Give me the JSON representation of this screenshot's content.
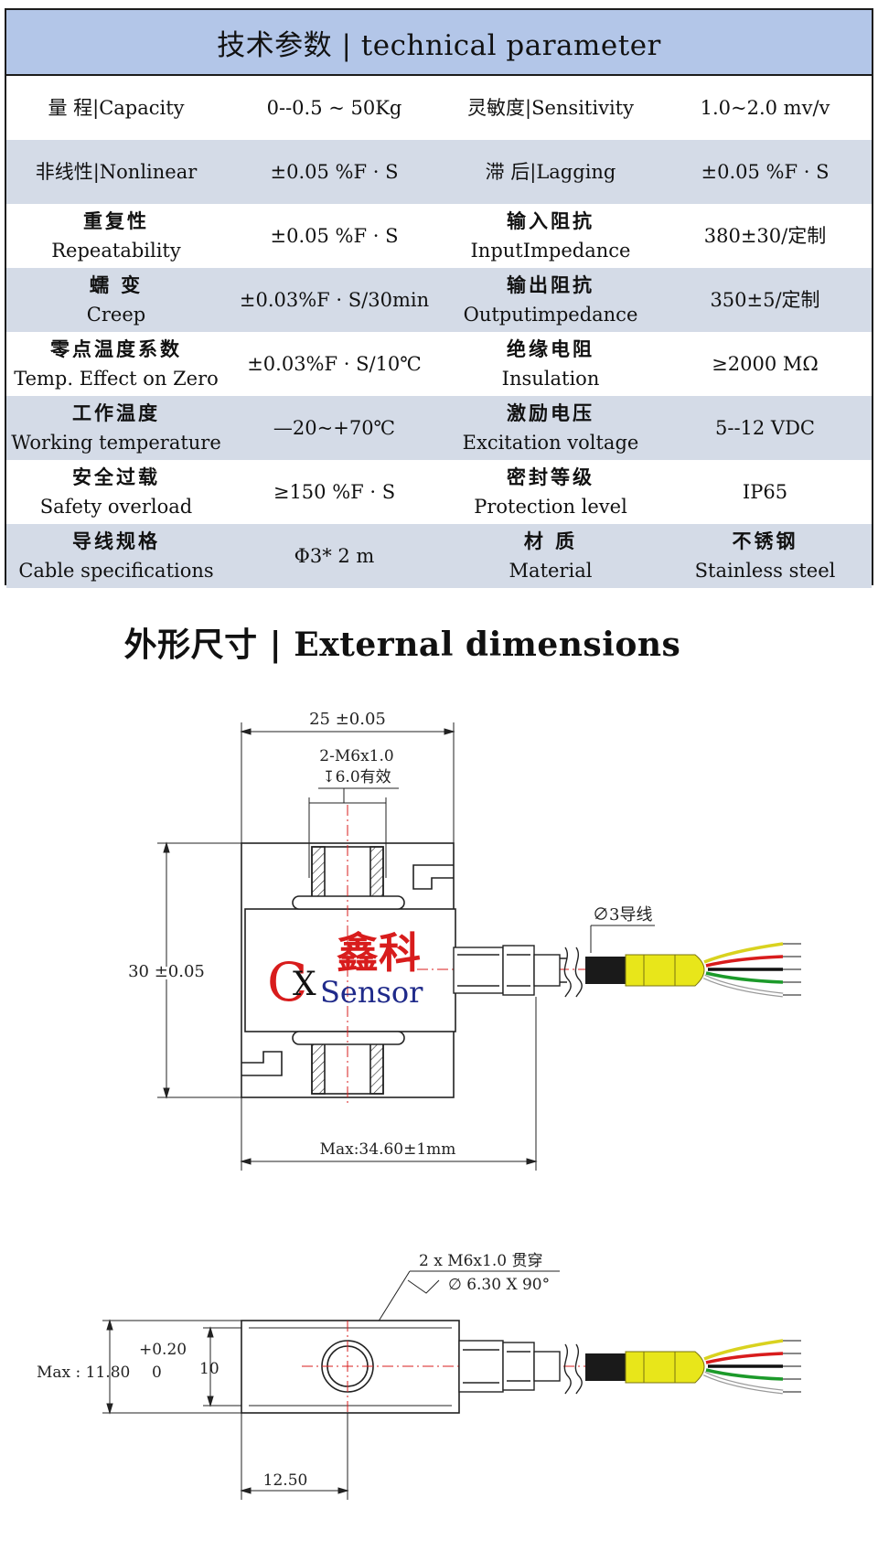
{
  "table": {
    "title": "技术参数 | technical parameter",
    "rows": [
      {
        "shaded": false,
        "cells": [
          {
            "zh": "量  程|Capacity",
            "en": ""
          },
          {
            "zh": "",
            "en": "0--0.5 ~ 50Kg"
          },
          {
            "zh": "灵敏度|Sensitivity",
            "en": ""
          },
          {
            "zh": "",
            "en": "1.0~2.0 mv/v"
          }
        ]
      },
      {
        "shaded": true,
        "cells": [
          {
            "zh": "非线性|Nonlinear",
            "en": ""
          },
          {
            "zh": "",
            "en": "±0.05 %F · S"
          },
          {
            "zh": "滞  后|Lagging",
            "en": ""
          },
          {
            "zh": "",
            "en": "±0.05 %F · S"
          }
        ]
      },
      {
        "shaded": false,
        "cells": [
          {
            "zh": "重复性",
            "en": "Repeatability"
          },
          {
            "zh": "",
            "en": "±0.05 %F · S"
          },
          {
            "zh": "输入阻抗",
            "en": "InputImpedance"
          },
          {
            "zh": "",
            "en": "380±30/定制"
          }
        ]
      },
      {
        "shaded": true,
        "cells": [
          {
            "zh": "蠕  变",
            "en": "Creep"
          },
          {
            "zh": "",
            "en": "±0.03%F · S/30min"
          },
          {
            "zh": "输出阻抗",
            "en": "Outputimpedance"
          },
          {
            "zh": "",
            "en": "350±5/定制"
          }
        ]
      },
      {
        "shaded": false,
        "cells": [
          {
            "zh": "零点温度系数",
            "en": "Temp. Effect on Zero"
          },
          {
            "zh": "",
            "en": "±0.03%F · S/10℃"
          },
          {
            "zh": "绝缘电阻",
            "en": "Insulation"
          },
          {
            "zh": "",
            "en": "≥2000 MΩ"
          }
        ]
      },
      {
        "shaded": true,
        "cells": [
          {
            "zh": "工作温度",
            "en": "Working temperature"
          },
          {
            "zh": "",
            "en": "—20~+70℃"
          },
          {
            "zh": "激励电压",
            "en": "Excitation voltage"
          },
          {
            "zh": "",
            "en": "5--12 VDC"
          }
        ]
      },
      {
        "shaded": false,
        "cells": [
          {
            "zh": "安全过载",
            "en": "Safety overload"
          },
          {
            "zh": "",
            "en": "≥150 %F · S"
          },
          {
            "zh": "密封等级",
            "en": "Protection level"
          },
          {
            "zh": "",
            "en": "IP65"
          }
        ]
      },
      {
        "shaded": true,
        "cells": [
          {
            "zh": "导线规格",
            "en": "Cable specifications"
          },
          {
            "zh": "",
            "en": "Φ3* 2 m"
          },
          {
            "zh": "材  质",
            "en": "Material"
          },
          {
            "zh": "不锈钢",
            "en": "Stainless steel"
          }
        ]
      }
    ]
  },
  "dimensions": {
    "title": "外形尺寸 | External dimensions",
    "front_view": {
      "width": "25 ±0.05",
      "thread": "2-M6x1.0",
      "depth": "↧6.0有效",
      "height": "30 ±0.05",
      "cable": "∅3导线",
      "max_length": "Max:34.60±1mm",
      "logo_cn": "鑫科",
      "logo_c": "C",
      "logo_x": "X",
      "logo_sensor": "Sensor"
    },
    "side_view": {
      "thread": "2 x M6x1.0  贯穿",
      "chamfer": "∅ 6.30 X 90°",
      "tol_upper": "+0.20",
      "tol_lower": "0",
      "max_label": "Max  : 11.80",
      "height": "10",
      "offset": "12.50"
    },
    "colors": {
      "boot": "#e8e61a",
      "jacket": "#1a1a1a",
      "wire_yellow": "#d9d21f",
      "wire_red": "#d81c1c",
      "wire_black": "#111111",
      "wire_green": "#1c9a2a",
      "wire_white": "#ffffff",
      "logo_red": "#d81c1c",
      "logo_blue": "#1f2a8a"
    }
  }
}
